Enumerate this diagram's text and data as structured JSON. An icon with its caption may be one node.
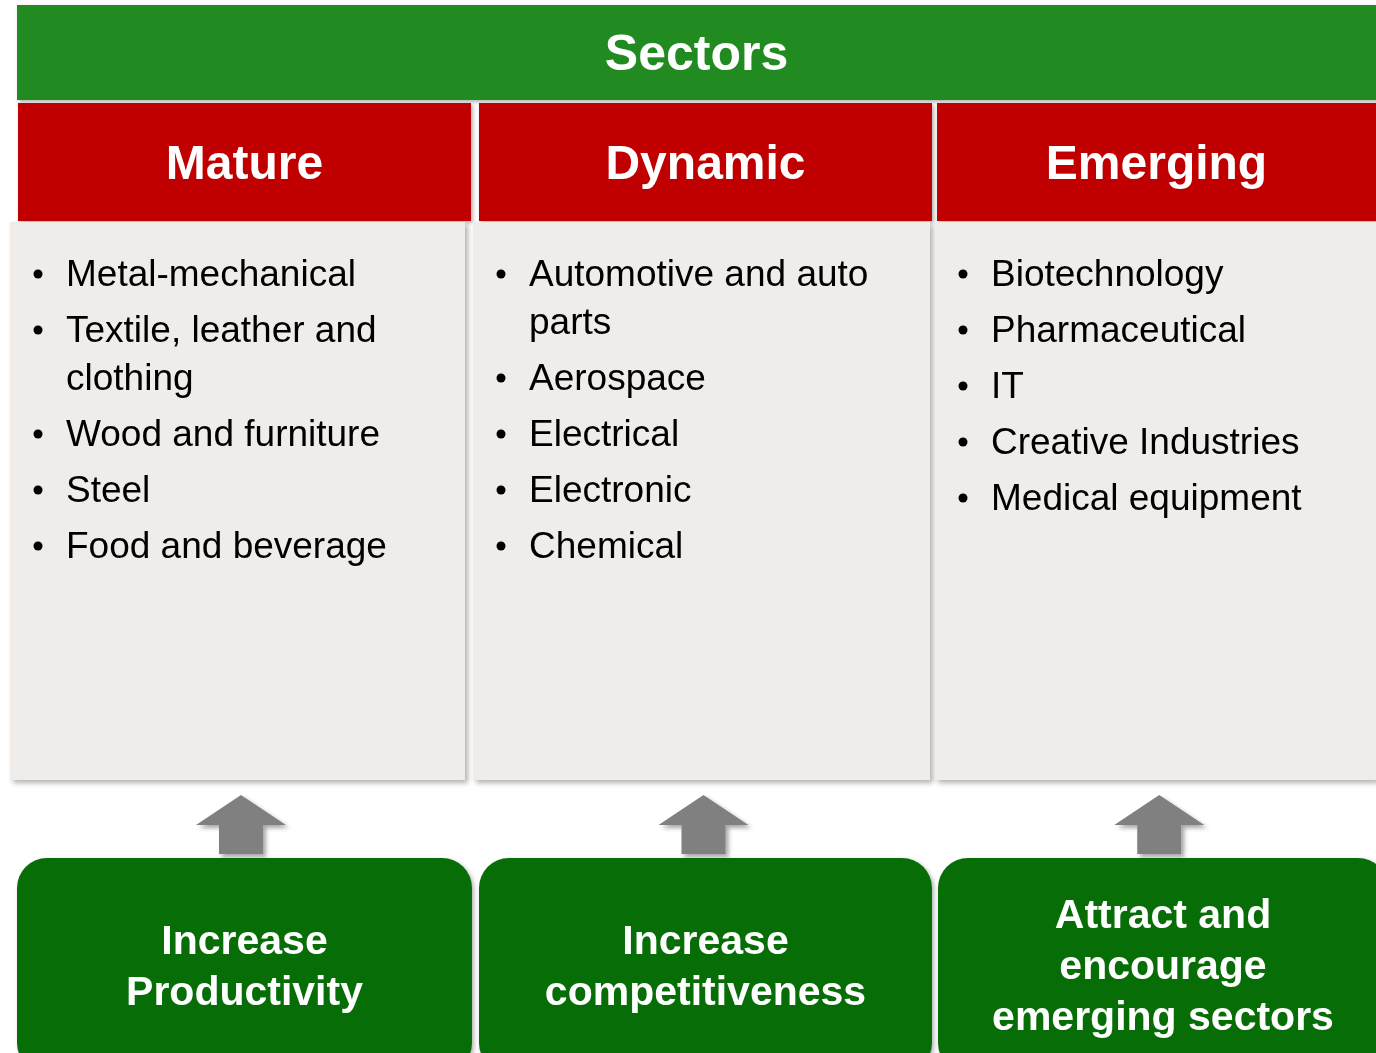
{
  "diagram": {
    "nodes": [
      {
        "text": [
          "Sectors"
        ]
      },
      {
        "text": [
          "Mature"
        ]
      },
      {
        "text": [
          "Dynamic"
        ]
      },
      {
        "text": [
          "Emerging"
        ]
      },
      {
        "text": [
          "Metal-mechanical",
          "Textile, leather and clothing",
          "Wood and furniture",
          "Steel",
          "Food and beverage"
        ]
      },
      {
        "text": [
          "Automotive and auto parts",
          "Aerospace",
          "Electrical",
          "Electronic",
          "Chemical"
        ]
      },
      {
        "text": [
          "Biotechnology",
          "Pharmaceutical",
          "IT",
          "Creative Industries",
          "Medical equipment"
        ]
      },
      {
        "text": [
          "Increase Productivity"
        ]
      },
      {
        "text": [
          "Increase competitiveness"
        ]
      },
      {
        "text": [
          "Attract and encourage emerging sectors"
        ]
      }
    ],
    "edges": [
      {
        "from": 7,
        "to": 4,
        "arrow": "to",
        "style": "thick"
      },
      {
        "from": 8,
        "to": 5,
        "arrow": "to",
        "style": "thick"
      },
      {
        "from": 9,
        "to": 6,
        "arrow": "to",
        "style": "thick"
      }
    ]
  }
}
